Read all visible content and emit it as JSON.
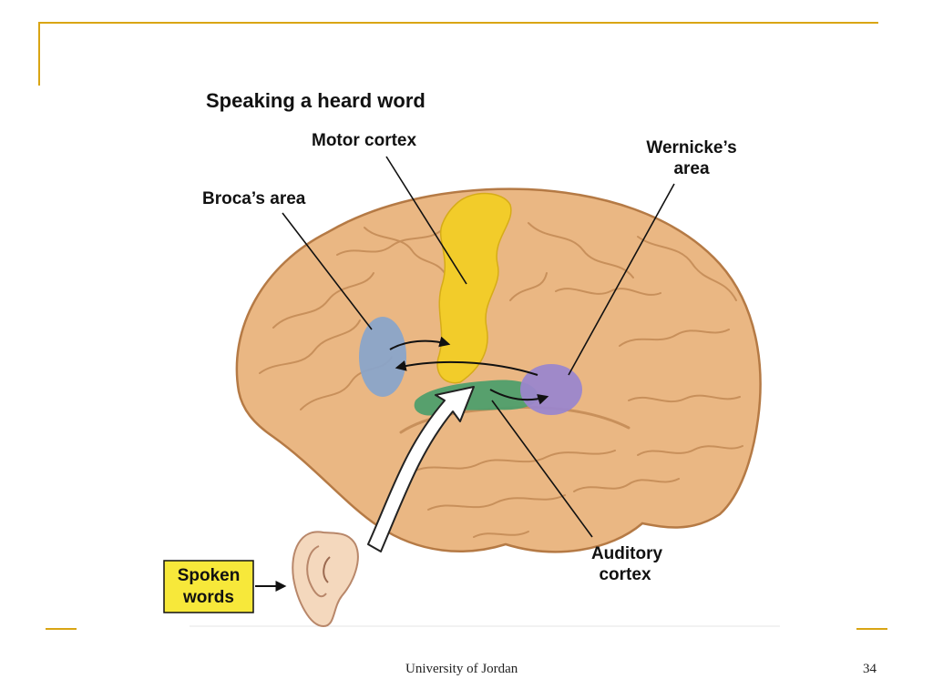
{
  "diagram": {
    "title": "Speaking a heard word",
    "labels": {
      "motor_cortex": "Motor cortex",
      "wernicke_line1": "Wernicke’s",
      "wernicke_line2": "area",
      "broca": "Broca’s area",
      "auditory_line1": "Auditory",
      "auditory_line2": "cortex",
      "spoken_line1": "Spoken",
      "spoken_line2": "words"
    },
    "colors": {
      "brain": "#eab783",
      "motor_cortex": "#f2cc2a",
      "broca": "#8aa4c9",
      "wernicke": "#9b86cc",
      "auditory": "#4f9e6c",
      "callout_box": "#f7e83a"
    }
  },
  "footer": {
    "institution": "University of Jordan",
    "page_number": "34"
  }
}
